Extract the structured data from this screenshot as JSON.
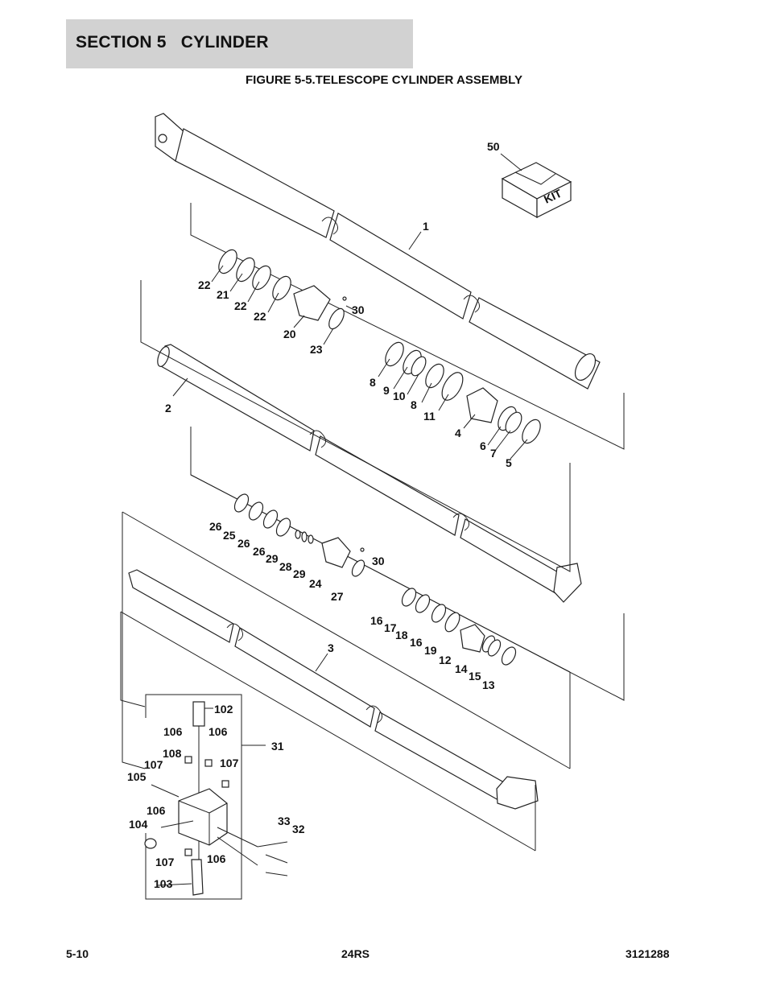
{
  "header": {
    "section": "SECTION 5   CYLINDER",
    "figure_title": "FIGURE 5-5.TELESCOPE CYLINDER ASSEMBLY"
  },
  "kit_label": "KIT",
  "callouts": {
    "c50": "50",
    "c1": "1",
    "c2": "2",
    "c3": "3",
    "c22a": "22",
    "c21": "21",
    "c22b": "22",
    "c22c": "22",
    "c20": "20",
    "c30a": "30",
    "c23": "23",
    "c8a": "8",
    "c9": "9",
    "c10": "10",
    "c8b": "8",
    "c11": "11",
    "c4": "4",
    "c6": "6",
    "c7": "7",
    "c5": "5",
    "c26a": "26",
    "c25": "25",
    "c26b": "26",
    "c26c": "26",
    "c29a": "29",
    "c28": "28",
    "c29b": "29",
    "c24": "24",
    "c30b": "30",
    "c27": "27",
    "c16a": "16",
    "c17": "17",
    "c18": "18",
    "c16b": "16",
    "c19": "19",
    "c12": "12",
    "c14": "14",
    "c15": "15",
    "c13": "13",
    "c102": "102",
    "c106a": "106",
    "c106b": "106",
    "c108": "108",
    "c107a": "107",
    "c107b": "107",
    "c105": "105",
    "c31": "31",
    "c106c": "106",
    "c104": "104",
    "c33": "33",
    "c32": "32",
    "c107c": "107",
    "c106d": "106",
    "c103": "103"
  },
  "footer": {
    "page": "5-10",
    "model": "24RS",
    "doc_number": "3121288"
  }
}
